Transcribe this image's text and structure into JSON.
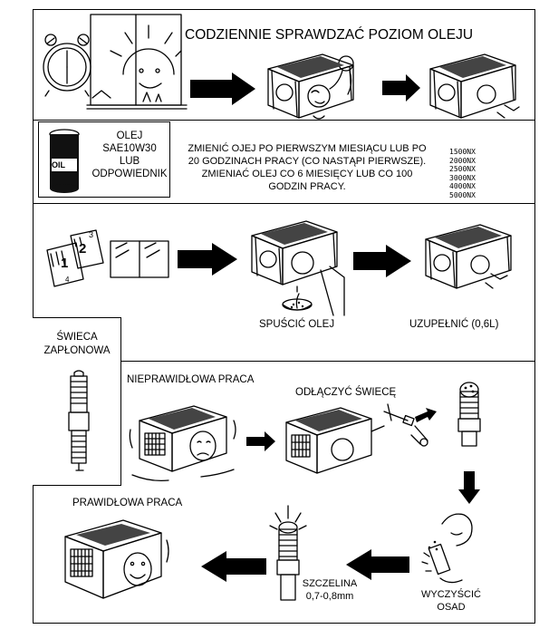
{
  "section1": {
    "heading": "CODZIENNIE SPRAWDZAĆ POZIOM OLEJU"
  },
  "section2": {
    "oil_box": {
      "can_label": "OIL",
      "lines": [
        "OLEJ",
        "SAE10W30",
        "LUB",
        "ODPOWIEDNIK"
      ]
    },
    "instruction": [
      "ZMIENIĆ OJEJ PO PIERWSZYM MIESIĄCU LUB PO",
      "20 GODZINACH PRACY (CO NASTĄPI PIERWSZE).",
      "ZMIENIAĆ OLEJ CO 6 MIESIĘCY LUB CO 100",
      "GODZIN PRACY."
    ],
    "models": [
      "1500NX",
      "2000NX",
      "2500NX",
      "3000NX",
      "4000NX",
      "5000NX"
    ]
  },
  "section3": {
    "calendar_numbers": [
      "1",
      "2",
      "3",
      "4"
    ],
    "drain_label": "SPUŚCIĆ OLEJ",
    "refill_label": "UZUPEŁNIĆ (0,6L)"
  },
  "section4": {
    "plug_box": {
      "lines": [
        "ŚWIECA",
        "ZAPŁONOWA"
      ]
    },
    "incorrect_label": "NIEPRAWIDŁOWA PRACA",
    "disconnect_label": "ODŁĄCZYĆ ŚWIECĘ",
    "correct_label": "PRAWIDŁOWA PRACA",
    "clean_label": [
      "WYCZYŚCIĆ",
      "OSAD"
    ],
    "gap_label": [
      "SZCZELINA",
      "0,7-0,8mm"
    ]
  },
  "colors": {
    "ink": "#000000",
    "paper": "#ffffff"
  }
}
